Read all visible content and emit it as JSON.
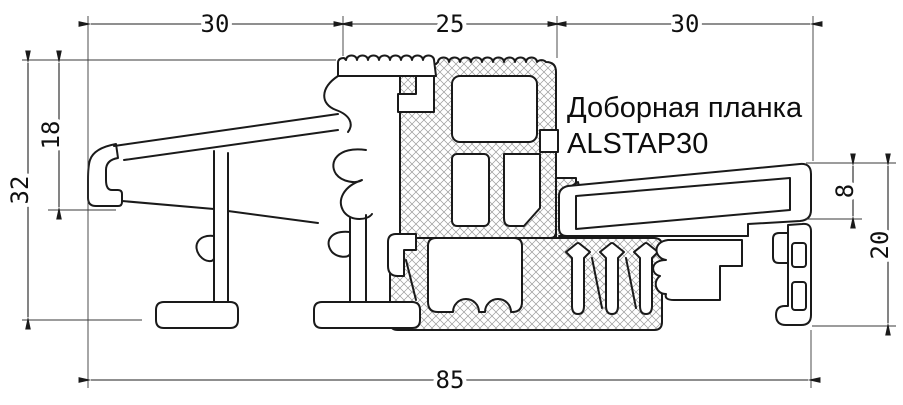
{
  "drawing": {
    "callout": {
      "line1": "Доборная планка",
      "line2": "ALSTAP30"
    },
    "dimensions": {
      "top_left_width": "30",
      "top_middle_width": "25",
      "top_right_width": "30",
      "left_overall_height": "32",
      "left_step_height": "18",
      "right_step_height": "8",
      "right_overall_height": "20",
      "bottom_overall_width": "85"
    },
    "colors": {
      "outline": "#1a1a1a",
      "hatch_line": "#9a9a9a",
      "dimension_line": "#1f1f1f",
      "background": "#ffffff"
    }
  }
}
